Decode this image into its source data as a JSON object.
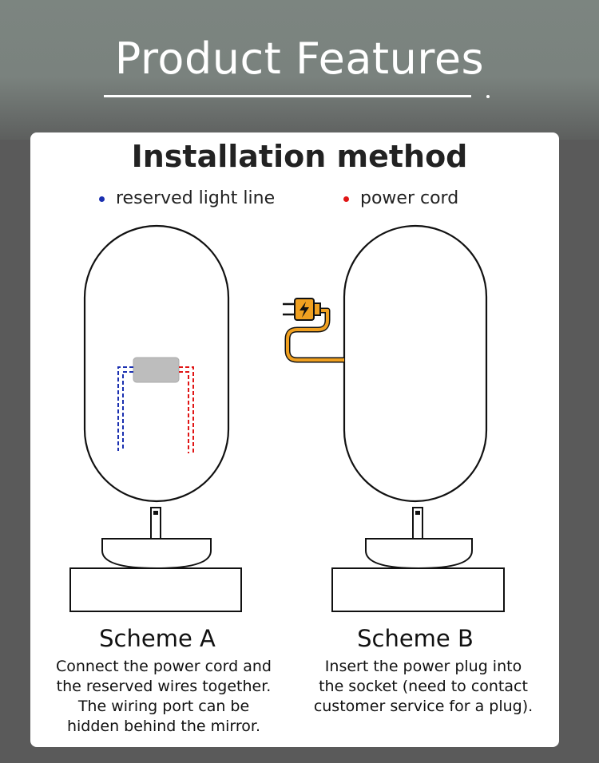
{
  "header": {
    "title": "Product Features"
  },
  "card": {
    "title": "Installation method",
    "legend": [
      {
        "label": "reserved light line",
        "color": "#1a2fb0"
      },
      {
        "label": "power cord",
        "color": "#e01515"
      }
    ],
    "scheme_a": {
      "title": "Scheme A",
      "description": "Connect the power cord and\nthe reserved wires together.\nThe wiring port can be\nhidden behind the mirror."
    },
    "scheme_b": {
      "title": "Scheme B",
      "description": "Insert the power plug into\nthe socket (need to contact\ncustomer service for a plug)."
    }
  },
  "colors": {
    "header_bg": "#7a827e",
    "page_bg": "#5a5a5a",
    "blue_wire": "#1a2fb0",
    "red_wire": "#e01515",
    "plug_orange": "#f0a020",
    "junction_box": "#bdbdbd"
  },
  "icons": [
    "power-plug-icon",
    "lightning-icon"
  ]
}
